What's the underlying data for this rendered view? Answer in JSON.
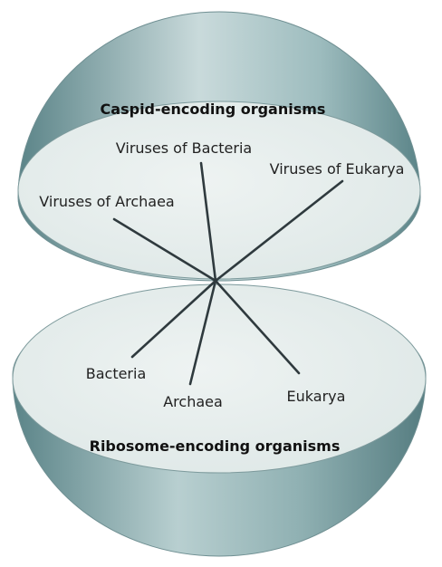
{
  "top_hemisphere": {
    "title": "Caspid-encoding organisms",
    "labels": {
      "viruses_bacteria": "Viruses of Bacteria",
      "viruses_eukarya": "Viruses of Eukarya",
      "viruses_archaea": "Viruses of Archaea"
    }
  },
  "bottom_hemisphere": {
    "title": "Ribosome-encoding organisms",
    "labels": {
      "bacteria": "Bacteria",
      "archaea": "Archaea",
      "eukarya": "Eukarya"
    }
  },
  "colors": {
    "shell_dark": "#5b8488",
    "shell_mid": "#8fb0b2",
    "shell_light": "#c9dadb",
    "inner_face": "#e6edec",
    "line": "#2f3a3e"
  }
}
